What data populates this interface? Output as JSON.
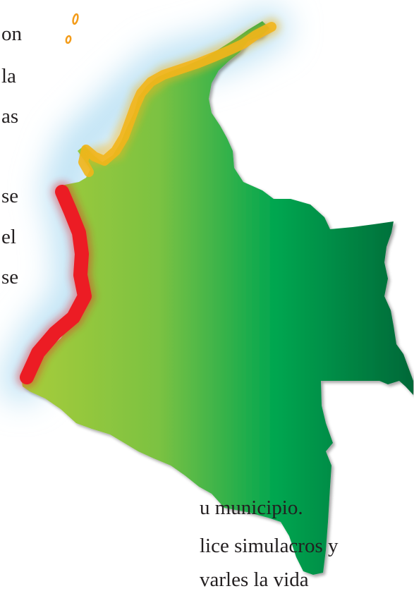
{
  "text_fragments": {
    "right_edge": [
      "on",
      "la",
      "as",
      "se",
      "el",
      "se"
    ],
    "bottom_lines": [
      "u municipio.",
      "lice simulacros y",
      "varles la vida"
    ]
  },
  "map": {
    "gradient": [
      "#a8cc3a",
      "#7cc242",
      "#00a650",
      "#006838"
    ],
    "coast_glow": "#bfe3f5",
    "caribbean_coast_highlight": "#f2b51a",
    "pacific_coast_highlight": "#ec1c24",
    "islands_outline": "#f39c1a"
  }
}
